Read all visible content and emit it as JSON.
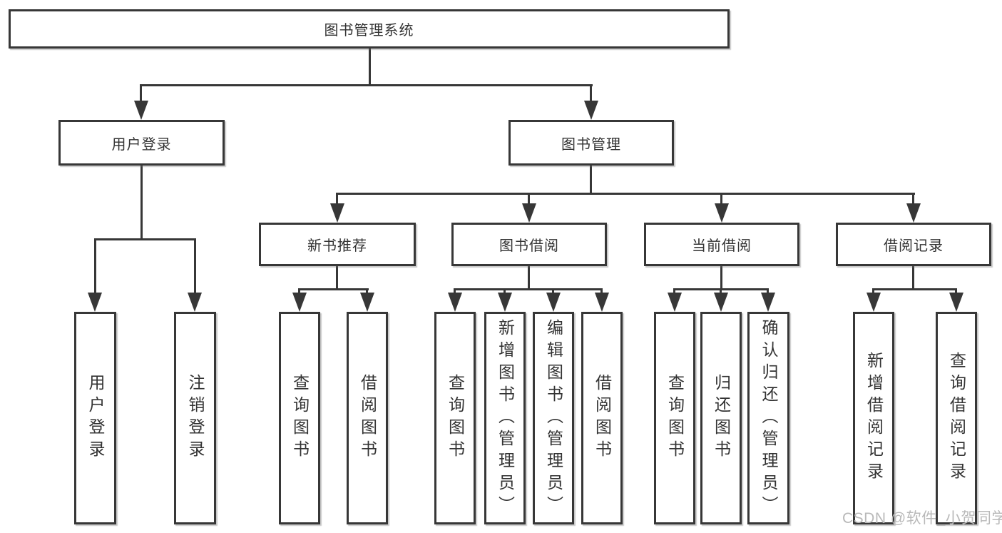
{
  "diagram_title": "图书管理系统",
  "tree": {
    "label": "图书管理系统",
    "children": [
      {
        "label": "用户登录",
        "children": [
          {
            "label": "用户登录"
          },
          {
            "label": "注销登录"
          }
        ]
      },
      {
        "label": "图书管理",
        "children": [
          {
            "label": "新书推荐",
            "children": [
              {
                "label": "查询图书"
              },
              {
                "label": "借阅图书"
              }
            ]
          },
          {
            "label": "图书借阅",
            "children": [
              {
                "label": "查询图书"
              },
              {
                "label": "新增图书（管理员）"
              },
              {
                "label": "编辑图书（管理员）"
              },
              {
                "label": "借阅图书"
              }
            ]
          },
          {
            "label": "当前借阅",
            "children": [
              {
                "label": "查询图书"
              },
              {
                "label": "归还图书"
              },
              {
                "label": "确认归还（管理员）"
              }
            ]
          },
          {
            "label": "借阅记录",
            "children": [
              {
                "label": "新增借阅记录"
              },
              {
                "label": "查询借阅记录"
              }
            ]
          }
        ]
      }
    ]
  },
  "watermark": "CSDN @软件_小贺同学",
  "colors": {
    "line": "#373737",
    "text": "#333333",
    "watermark": "#b9b9b9",
    "background": "#ffffff"
  }
}
